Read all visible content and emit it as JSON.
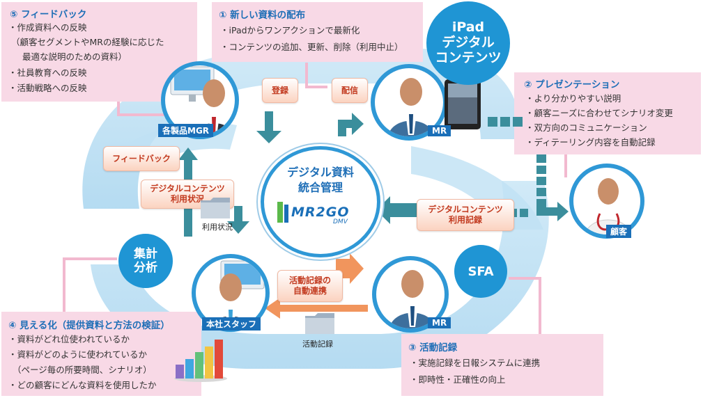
{
  "boxes": {
    "feedback": {
      "title": "⑤ フィードバック",
      "lines": [
        "・作成資料への反映",
        "（顧客セグメントやMRの経験に応じた",
        "最適な説明のための資料）",
        "・社員教育への反映",
        "・活動戦略への反映"
      ]
    },
    "distribution": {
      "title": "① 新しい資料の配布",
      "lines": [
        "・iPadからワンアクションで最新化",
        "・コンテンツの追加、更新、削除（利用中止）"
      ]
    },
    "presentation": {
      "title": "② プレゼンテーション",
      "lines": [
        "・より分かりやすい説明",
        "・顧客ニーズに合わせてシナリオ変更",
        "・双方向のコミュニケーション",
        "・ディテーリング内容を自動記録"
      ]
    },
    "visualize": {
      "title": "④ 見える化（提供資料と方法の検証）",
      "lines": [
        "・資料がどれ位使われているか",
        "・資料がどのように使われているか",
        "（ページ毎の所要時間、シナリオ）",
        "・どの顧客にどんな資料を使用したか"
      ]
    },
    "activity": {
      "title": "③ 活動記録",
      "lines": [
        "・実施記録を日報システムに連携",
        "・即時性・正確性の向上"
      ]
    }
  },
  "circles": {
    "ipad": [
      "iPad",
      "デジタル",
      "コンテンツ"
    ],
    "sfa": "SFA",
    "analysis": [
      "集計",
      "分析"
    ]
  },
  "nodes": {
    "mgr": "各製品MGR",
    "mr_top": "MR",
    "customer": "顧客",
    "staff": "本社スタッフ",
    "mr_bottom": "MR"
  },
  "center": {
    "title_line1": "デジタル資料",
    "title_line2": "統合管理",
    "logo_text": "MR2GO",
    "logo_sub": "DMV"
  },
  "pills": {
    "register": "登録",
    "deliver": "配信",
    "feedback": "フィードバック",
    "usage_status": [
      "デジタルコンテンツ",
      "利用状況"
    ],
    "usage_record": [
      "デジタルコンテンツ",
      "利用記録"
    ],
    "auto_link": [
      "活動記録の",
      "自動連携"
    ]
  },
  "captions": {
    "usage_status": "利用状況",
    "activity_record": "活動記録"
  },
  "colors": {
    "accent_blue": "#1f95d4",
    "pink_box": "#f8d9e6",
    "teal_arrow": "#3b8e9c",
    "orange_arrow": "#f08a4b",
    "title_blue": "#1f6fb7"
  }
}
